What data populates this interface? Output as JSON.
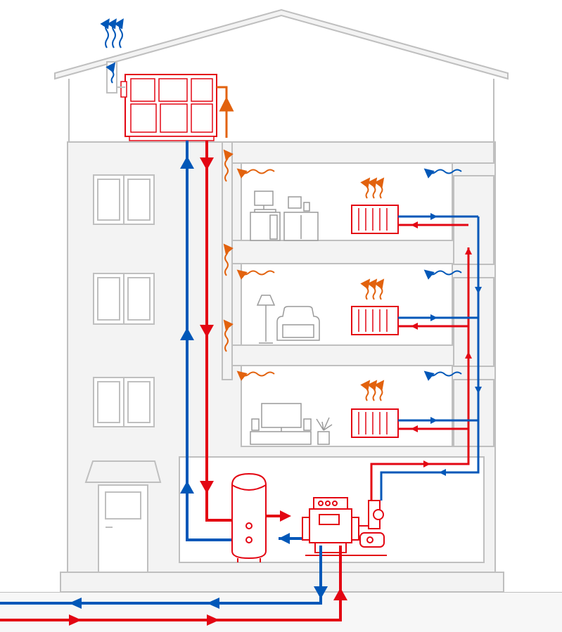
{
  "diagram": {
    "title": "",
    "colors": {
      "outline": "#bfbfbf",
      "outline_dark": "#9a9a9a",
      "wall_fill": "#f3f3f3",
      "window_fill": "#ffffff",
      "supply_hot": "#e30613",
      "return_cold": "#0057b8",
      "waste_heat": "#e2620e",
      "furniture": "#9a9a9a"
    },
    "components": [
      {
        "name": "roof-heat-pump-unit",
        "icon": "heat-pump-icon"
      },
      {
        "name": "storage-tank",
        "icon": "tank-icon"
      },
      {
        "name": "boiler-unit",
        "icon": "boiler-icon"
      },
      {
        "name": "circulation-pump",
        "icon": "pump-icon"
      },
      {
        "name": "radiator",
        "count": 3,
        "icon": "radiator-icon"
      },
      {
        "name": "exhaust-heat",
        "icon": "wavy-arrows-icon"
      }
    ],
    "floors": [
      {
        "room": "office",
        "items": [
          "monitor-icon",
          "desk-icon",
          "cabinet-icon"
        ]
      },
      {
        "room": "living-room",
        "items": [
          "floor-lamp-icon",
          "armchair-icon"
        ]
      },
      {
        "room": "media-room",
        "items": [
          "tv-icon",
          "speaker-icon",
          "plant-icon"
        ]
      }
    ]
  }
}
